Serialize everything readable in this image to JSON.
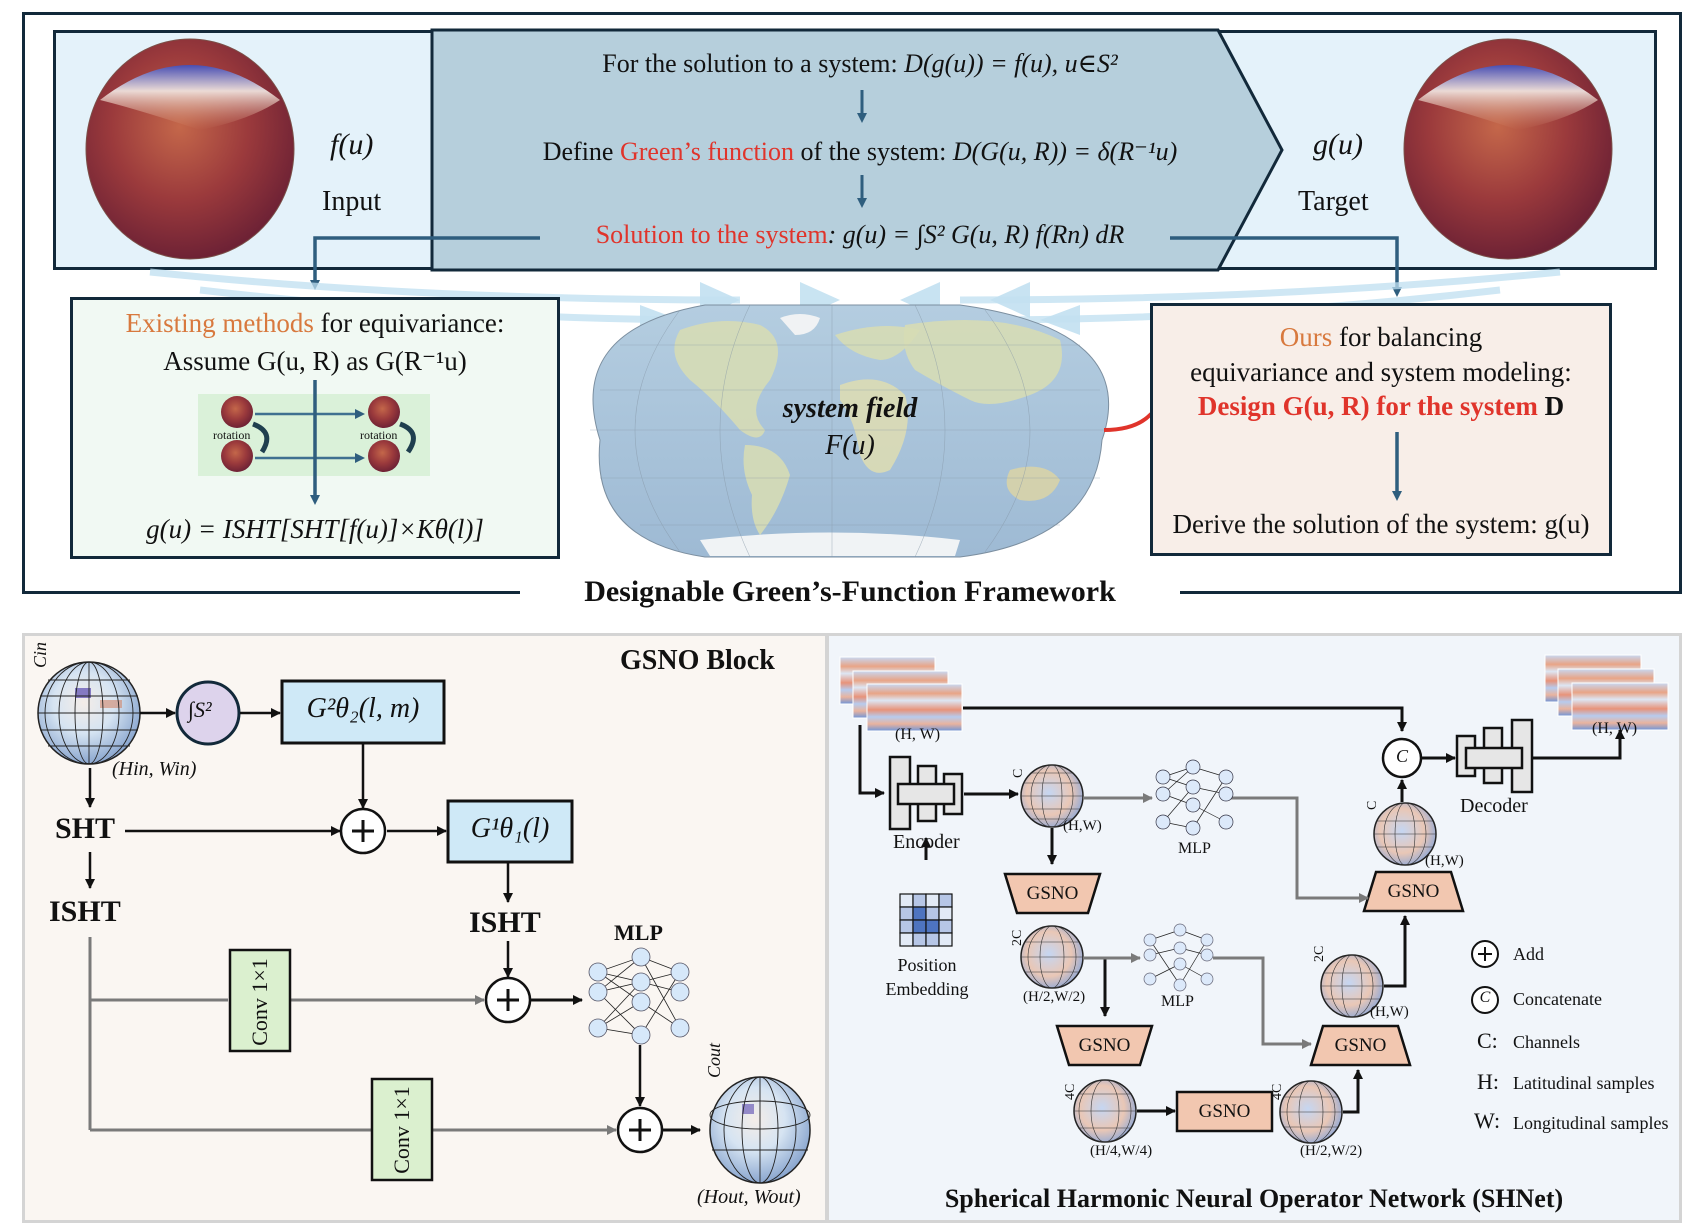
{
  "framework": {
    "title": "Designable Green’s-Function Framework",
    "input": {
      "func": "f(u)",
      "label": "Input"
    },
    "target": {
      "func": "g(u)",
      "label": "Target"
    },
    "center_steps": {
      "step1_prefix": "For the solution to a system: ",
      "step1_math": "D(g(u)) = f(u),  u∈S²",
      "step2_prefix": "Define ",
      "step2_highlight": "Green’s function",
      "step2_suffix": " of the system: ",
      "step2_math": "D(G(u, R)) = δ(R⁻¹u)",
      "step3_highlight": "Solution to the system",
      "step3_math": ": g(u) = ∫S² G(u, R) f(Rn) dR"
    },
    "existing": {
      "highlight": "Existing methods",
      "line1_suffix": " for equivariance:",
      "line2": "Assume G(u, R) as G(R⁻¹u)",
      "rotation_label_left": "rotation",
      "rotation_label_right": "rotation",
      "formula": "g(u) = ISHT[SHT[f(u)]×Kθ(l)]"
    },
    "system_field": {
      "title": "system field",
      "func": "F(u)"
    },
    "ours": {
      "highlight": "Ours",
      "line1_suffix": " for balancing",
      "line2": "equivariance and system modeling:",
      "line3_red": "Design G(u, R) for the system ",
      "line3_black": "D",
      "line4": "Derive the solution of the system: g(u)"
    },
    "colors": {
      "accent_red": "#e0342b",
      "accent_orange": "#d8793e",
      "arrow_blue": "#2f5e7e",
      "frame_dark": "#12293a"
    }
  },
  "gsno_block": {
    "title": "GSNO Block",
    "input_channels": "Cin",
    "input_shape": "(Hin, Win)",
    "integral_label": "∫S²",
    "g2_box": "G²θ₂(l, m)",
    "g1_box": "G¹θ₁(l)",
    "sht": "SHT",
    "isht_left": "ISHT",
    "isht_right": "ISHT",
    "mlp": "MLP",
    "conv1": "Conv 1×1",
    "conv2": "Conv 1×1",
    "add_symbol": "+",
    "output_channels": "Cout",
    "output_shape": "(Hout, Wout)"
  },
  "shnet": {
    "title": "Spherical Harmonic Neural Operator Network (SHNet)",
    "input_shape": "(H, W)",
    "output_shape": "(H, W)",
    "encoder": "Encoder",
    "decoder": "Decoder",
    "position_embedding_line1": "Position",
    "position_embedding_line2": "Embedding",
    "concat_symbol": "C",
    "mlp_1": "MLP",
    "mlp_2": "MLP",
    "gsno": "GSNO",
    "spheres": [
      {
        "channels": "C",
        "shape": "(H,W)"
      },
      {
        "channels": "2C",
        "shape": "(H/2,W/2)"
      },
      {
        "channels": "4C",
        "shape": "(H/4,W/4)"
      },
      {
        "channels": "4C",
        "shape": "(H/2,W/2)"
      },
      {
        "channels": "2C",
        "shape": "(H,W)"
      },
      {
        "channels": "C",
        "shape": "(H,W)"
      }
    ],
    "legend": [
      {
        "symbol": "+",
        "text": "Add"
      },
      {
        "symbol": "C",
        "text": "Concatenate"
      },
      {
        "symbol": "C:",
        "text": "Channels"
      },
      {
        "symbol": "H:",
        "text": "Latitudinal samples"
      },
      {
        "symbol": "W:",
        "text": "Longitudinal samples"
      }
    ]
  }
}
